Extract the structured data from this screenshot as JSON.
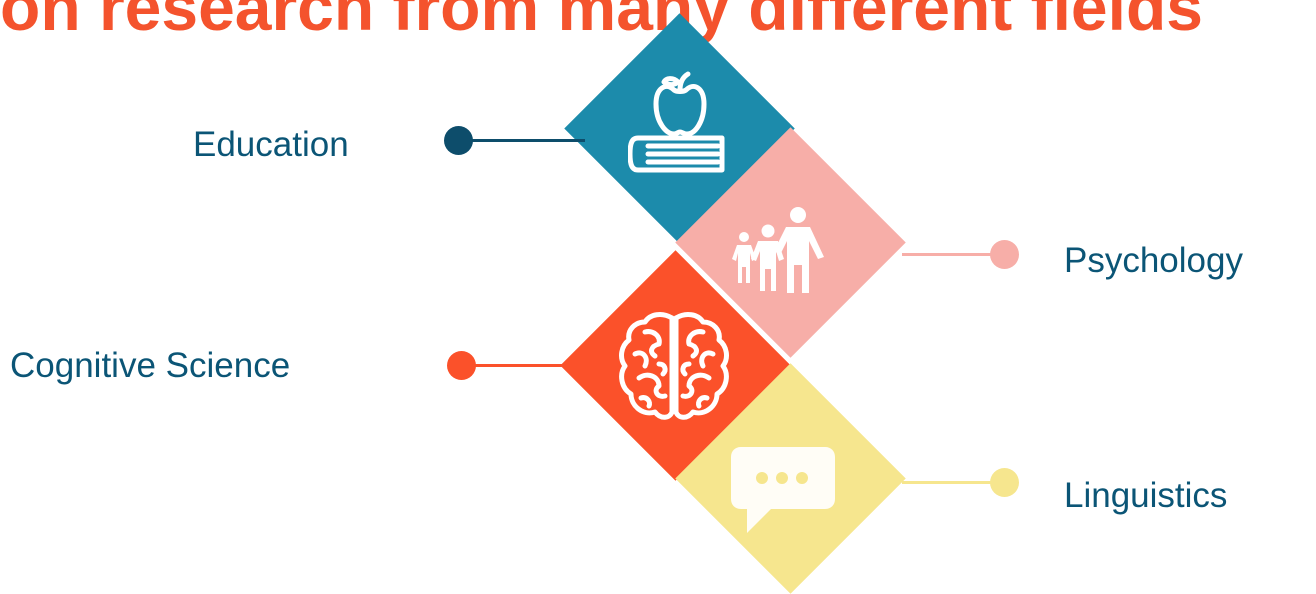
{
  "heading": {
    "text": "on research from many different fields",
    "color": "#f4532d"
  },
  "fields": {
    "education": {
      "label": "Education",
      "color": "#1c8bab",
      "dot_color": "#0d4d6b",
      "icon": "apple-on-book-icon"
    },
    "psychology": {
      "label": "Psychology",
      "color": "#f7aea8",
      "dot_color": "#f7aea8",
      "icon": "family-icon"
    },
    "cognitive_science": {
      "label": "Cognitive Science",
      "color": "#fb512a",
      "dot_color": "#fb512a",
      "icon": "brain-icon"
    },
    "linguistics": {
      "label": "Linguistics",
      "color": "#f6e68e",
      "dot_color": "#f6e68e",
      "icon": "speech-bubble-icon"
    }
  },
  "label_color": "#0b5576"
}
